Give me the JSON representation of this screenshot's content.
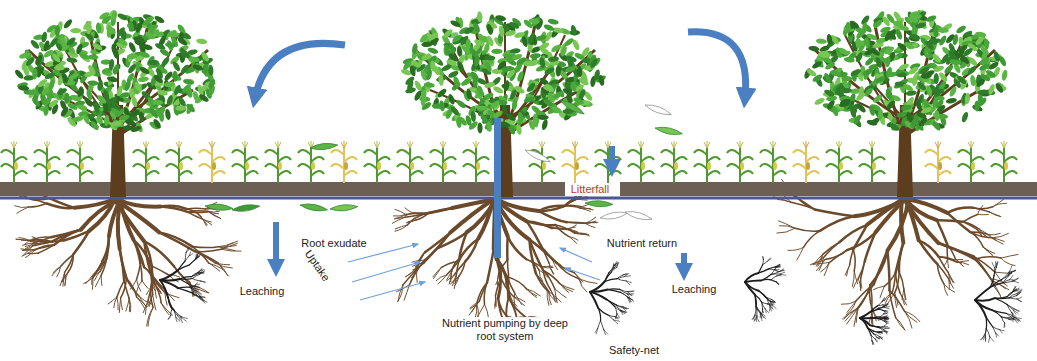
{
  "diagram": {
    "labels": [
      "Litterfall",
      "Root exudate",
      "Nutrient return",
      "Leaching",
      "Uptake",
      "Leaching",
      "Nutrient pumping by deep root system",
      "Safety-net"
    ]
  }
}
